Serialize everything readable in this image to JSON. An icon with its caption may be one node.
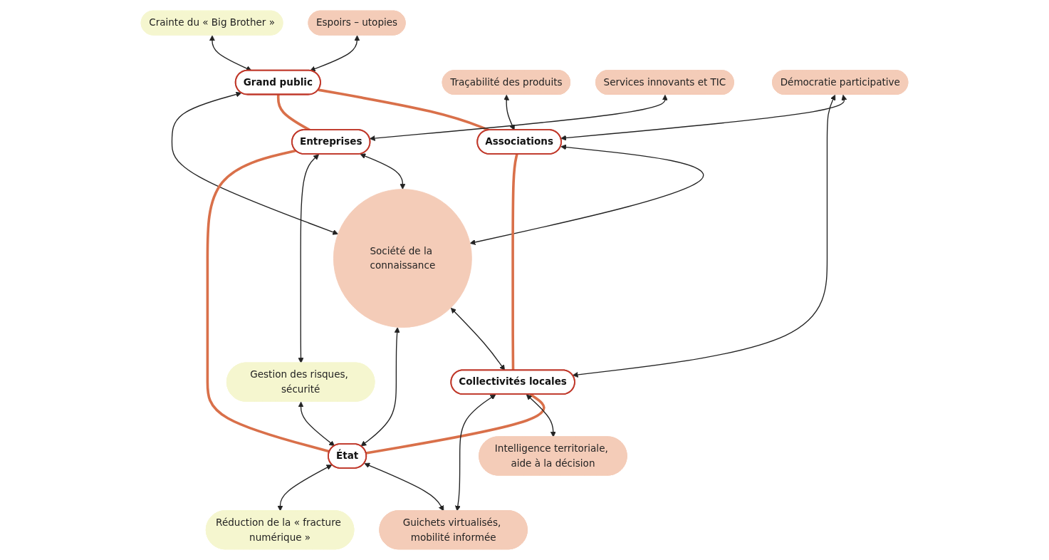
{
  "diagram": {
    "nodes": [
      {
        "text": [
          "Espoirs – utopies"
        ]
      },
      {
        "text": [
          "Crainte du « Big Brother »"
        ]
      },
      {
        "text": [
          "Grand public"
        ]
      },
      {
        "text": [
          "Traçabilité des produits"
        ]
      },
      {
        "text": [
          "Services innovants et TIC"
        ]
      },
      {
        "text": [
          "Associations"
        ]
      },
      {
        "text": [
          "Entreprises"
        ]
      },
      {
        "text": [
          "Société de la connaissance"
        ]
      },
      {
        "text": [
          "Démocratie participative"
        ]
      },
      {
        "text": [
          "Gestion des risques, sécurité"
        ]
      },
      {
        "text": [
          "Collectivités locales"
        ]
      },
      {
        "text": [
          "État"
        ]
      },
      {
        "text": [
          "Intelligence territoriale, aide à la décision"
        ]
      },
      {
        "text": [
          "Guichets virtualisés, mobilité informée"
        ]
      },
      {
        "text": [
          "Réduction de la « fracture numérique »"
        ]
      }
    ],
    "edges": [
      {
        "from": 0,
        "to": 2,
        "arrow": "both"
      },
      {
        "from": 1,
        "to": 2,
        "arrow": "both"
      },
      {
        "from": 2,
        "to": 5,
        "arrow": "none",
        "style": "thick",
        "color": "#d9704a"
      },
      {
        "from": 2,
        "to": 6,
        "arrow": "none",
        "style": "thick",
        "color": "#d9704a"
      },
      {
        "from": 3,
        "to": 5,
        "arrow": "both"
      },
      {
        "from": 4,
        "to": 6,
        "arrow": "both"
      },
      {
        "from": 2,
        "to": 7,
        "arrow": "both"
      },
      {
        "from": 5,
        "to": 7,
        "arrow": "both"
      },
      {
        "from": 6,
        "to": 7,
        "arrow": "both"
      },
      {
        "from": 8,
        "to": 5,
        "arrow": "both"
      },
      {
        "from": 6,
        "to": 9,
        "arrow": "both"
      },
      {
        "from": 5,
        "to": 10,
        "arrow": "none",
        "style": "thick",
        "color": "#d9704a"
      },
      {
        "from": 6,
        "to": 11,
        "arrow": "none",
        "style": "thick",
        "color": "#d9704a"
      },
      {
        "from": 8,
        "to": 10,
        "arrow": "both"
      },
      {
        "from": 9,
        "to": 11,
        "arrow": "both"
      },
      {
        "from": 7,
        "to": 10,
        "arrow": "both"
      },
      {
        "from": 7,
        "to": 11,
        "arrow": "both"
      },
      {
        "from": 10,
        "to": 11,
        "arrow": "none",
        "style": "thick",
        "color": "#d9704a"
      },
      {
        "from": 10,
        "to": 12,
        "arrow": "both"
      },
      {
        "from": 10,
        "to": 13,
        "arrow": "both"
      },
      {
        "from": 11,
        "to": 13,
        "arrow": "both"
      },
      {
        "from": 11,
        "to": 14,
        "arrow": "both"
      }
    ]
  }
}
